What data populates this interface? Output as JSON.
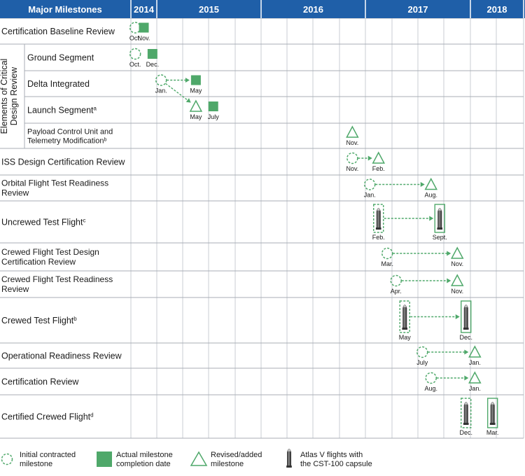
{
  "header": {
    "title": "Major Milestones",
    "years": [
      "2014",
      "2015",
      "2016",
      "2017",
      "2018"
    ]
  },
  "group_label": [
    "Elements of Critical",
    "Design Review"
  ],
  "rows": [
    {
      "label": [
        "Certification Baseline Review"
      ],
      "sup": "",
      "indent": false
    },
    {
      "label": [
        "Ground Segment"
      ],
      "sup": "",
      "indent": true
    },
    {
      "label": [
        "Delta Integrated"
      ],
      "sup": "",
      "indent": true
    },
    {
      "label": [
        "Launch Segment"
      ],
      "sup": "a",
      "indent": true
    },
    {
      "label": [
        "Payload Control Unit and",
        "Telemetry Modification"
      ],
      "sup": "b",
      "indent": true
    },
    {
      "label": [
        "ISS Design Certification Review"
      ],
      "sup": "",
      "indent": false
    },
    {
      "label": [
        "Orbital Flight Test Readiness",
        "Review"
      ],
      "sup": "",
      "indent": false
    },
    {
      "label": [
        "Uncrewed Test Flight"
      ],
      "sup": "c",
      "indent": false
    },
    {
      "label": [
        "Crewed Flight Test Design",
        "Certification Review"
      ],
      "sup": "",
      "indent": false
    },
    {
      "label": [
        "Crewed Flight Test Readiness",
        "Review"
      ],
      "sup": "",
      "indent": false
    },
    {
      "label": [
        "Crewed Test Flight"
      ],
      "sup": "b",
      "indent": false
    },
    {
      "label": [
        "Operational Readiness Review"
      ],
      "sup": "",
      "indent": false
    },
    {
      "label": [
        "Certification Review"
      ],
      "sup": "",
      "indent": false
    },
    {
      "label": [
        "Certified Crewed Flight"
      ],
      "sup": "d",
      "indent": false
    }
  ],
  "milestones": [
    {
      "row": 0,
      "date": "2014-10",
      "kind": "initial",
      "label": "Oct."
    },
    {
      "row": 0,
      "date": "2014-11",
      "kind": "actual",
      "label": "Nov."
    },
    {
      "row": 1,
      "date": "2014-10",
      "kind": "initial",
      "label": "Oct."
    },
    {
      "row": 1,
      "date": "2014-12",
      "kind": "actual",
      "label": "Dec."
    },
    {
      "row": 2,
      "date": "2015-01",
      "kind": "initial",
      "label": "Jan."
    },
    {
      "row": 2,
      "date": "2015-05",
      "kind": "actual",
      "label": "May"
    },
    {
      "row": 3,
      "date": "2015-05",
      "kind": "revised",
      "label": "May"
    },
    {
      "row": 3,
      "date": "2015-07",
      "kind": "actual",
      "label": "July"
    },
    {
      "row": 4,
      "date": "2016-11",
      "kind": "revised",
      "label": "Nov."
    },
    {
      "row": 5,
      "date": "2016-11",
      "kind": "initial",
      "label": "Nov."
    },
    {
      "row": 5,
      "date": "2017-02",
      "kind": "revised",
      "label": "Feb."
    },
    {
      "row": 6,
      "date": "2017-01",
      "kind": "initial",
      "label": "Jan."
    },
    {
      "row": 6,
      "date": "2017-08",
      "kind": "revised",
      "label": "Aug."
    },
    {
      "row": 7,
      "date": "2017-02",
      "kind": "flight-initial",
      "label": "Feb."
    },
    {
      "row": 7,
      "date": "2017-09",
      "kind": "flight-revised",
      "label": "Sept."
    },
    {
      "row": 8,
      "date": "2017-03",
      "kind": "initial",
      "label": "Mar."
    },
    {
      "row": 8,
      "date": "2017-11",
      "kind": "revised",
      "label": "Nov."
    },
    {
      "row": 9,
      "date": "2017-04",
      "kind": "initial",
      "label": "Apr."
    },
    {
      "row": 9,
      "date": "2017-11",
      "kind": "revised",
      "label": "Nov."
    },
    {
      "row": 10,
      "date": "2017-05",
      "kind": "flight-initial",
      "label": "May"
    },
    {
      "row": 10,
      "date": "2017-12",
      "kind": "flight-revised",
      "label": "Dec."
    },
    {
      "row": 11,
      "date": "2017-07",
      "kind": "initial",
      "label": "July"
    },
    {
      "row": 11,
      "date": "2018-01",
      "kind": "revised",
      "label": "Jan."
    },
    {
      "row": 12,
      "date": "2017-08",
      "kind": "initial",
      "label": "Aug."
    },
    {
      "row": 12,
      "date": "2018-01",
      "kind": "revised",
      "label": "Jan."
    },
    {
      "row": 13,
      "date": "2017-12",
      "kind": "flight-initial",
      "label": "Dec."
    },
    {
      "row": 13,
      "date": "2018-03",
      "kind": "flight-revised",
      "label": "Mar."
    }
  ],
  "arrows": [
    {
      "from": 4,
      "to": 5
    },
    {
      "from": 4,
      "to": 6
    },
    {
      "from": 9,
      "to": 10
    },
    {
      "from": 11,
      "to": 12
    },
    {
      "from": 13,
      "to": 14
    },
    {
      "from": 15,
      "to": 16
    },
    {
      "from": 17,
      "to": 18
    },
    {
      "from": 19,
      "to": 20
    },
    {
      "from": 21,
      "to": 22
    },
    {
      "from": 23,
      "to": 24
    }
  ],
  "legend": [
    {
      "kind": "initial",
      "label": [
        "Initial contracted",
        "milestone"
      ]
    },
    {
      "kind": "actual",
      "label": [
        "Actual milestone",
        "completion date"
      ]
    },
    {
      "kind": "revised",
      "label": [
        "Revised/added",
        "milestone"
      ]
    },
    {
      "kind": "flight",
      "label": [
        "Atlas V flights with",
        "the CST-100 capsule"
      ]
    }
  ],
  "colors": {
    "header_bg": "#1f5fa8",
    "header_text": "#ffffff",
    "grid": "#c9cdd3",
    "row_line": "#a9aeb5",
    "green": "#4fa86a",
    "text": "#1a1a1a"
  }
}
